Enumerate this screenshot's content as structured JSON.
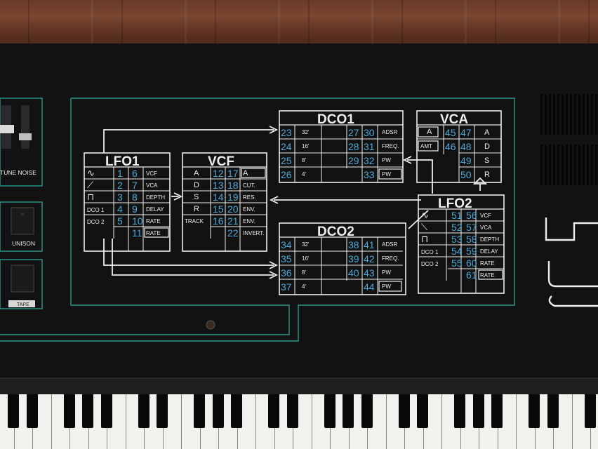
{
  "modules": {
    "lfo1": {
      "title": "LFO1",
      "waves": [
        "∿",
        "⟋",
        "⊓",
        "DCO 1",
        "DCO 2"
      ],
      "nums_left": [
        "1",
        "2",
        "3",
        "4",
        "5"
      ],
      "nums_right": [
        "6",
        "7",
        "8",
        "9",
        "10",
        "11"
      ],
      "labels": [
        "VCF",
        "VCA",
        "DEPTH",
        "DELAY",
        "RATE",
        "RATE"
      ]
    },
    "vcf": {
      "title": "VCF",
      "left": [
        "A",
        "D",
        "S",
        "R",
        "TRACK"
      ],
      "nums_left": [
        "12",
        "13",
        "14",
        "15",
        "16"
      ],
      "nums_right": [
        "17",
        "18",
        "19",
        "20",
        "21",
        "22"
      ],
      "labels": [
        "A",
        "CUT.",
        "RES.",
        "ENV.",
        "ENV.",
        "INVERT."
      ]
    },
    "dco1": {
      "title": "DCO1",
      "nums_a": [
        "23",
        "24",
        "25",
        "26"
      ],
      "feet": [
        "32'",
        "16'",
        "8'",
        "4'"
      ],
      "nums_b": [
        "27",
        "28",
        "29"
      ],
      "nums_c": [
        "30",
        "31",
        "32",
        "33"
      ],
      "labels": [
        "ADSR",
        "FREQ.",
        "PW",
        "PW"
      ]
    },
    "dco2": {
      "title": "DCO2",
      "nums_a": [
        "34",
        "35",
        "36",
        "37"
      ],
      "feet": [
        "32'",
        "16'",
        "8'",
        "4'"
      ],
      "nums_b": [
        "38",
        "39",
        "40"
      ],
      "nums_c": [
        "41",
        "42",
        "43",
        "44"
      ],
      "labels": [
        "ADSR",
        "FREQ.",
        "PW",
        "PW"
      ]
    },
    "vca": {
      "title": "VCA",
      "left": [
        "A",
        "AMT"
      ],
      "nums_a": [
        "45",
        "46"
      ],
      "nums_b": [
        "47",
        "48",
        "49",
        "50"
      ],
      "labels": [
        "A",
        "D",
        "S",
        "R"
      ]
    },
    "lfo2": {
      "title": "LFO2",
      "waves": [
        "∿",
        "⟍",
        "⊓",
        "DCO 1",
        "DCO 2"
      ],
      "nums_left": [
        "51",
        "52",
        "53",
        "54",
        "55"
      ],
      "nums_right": [
        "56",
        "57",
        "58",
        "59",
        "60",
        "61"
      ],
      "labels": [
        "VCF",
        "VCA",
        "DEPTH",
        "DELAY",
        "RATE",
        "RATE"
      ]
    }
  },
  "side": {
    "tune_noise": "TUNE  NOISE",
    "unison": "UNISON",
    "tape": "TAPE"
  },
  "colors": {
    "panel": "#121212",
    "numbers": "#4fa7d6",
    "lines": "#eeeeee",
    "border": "#2a9a8a"
  }
}
